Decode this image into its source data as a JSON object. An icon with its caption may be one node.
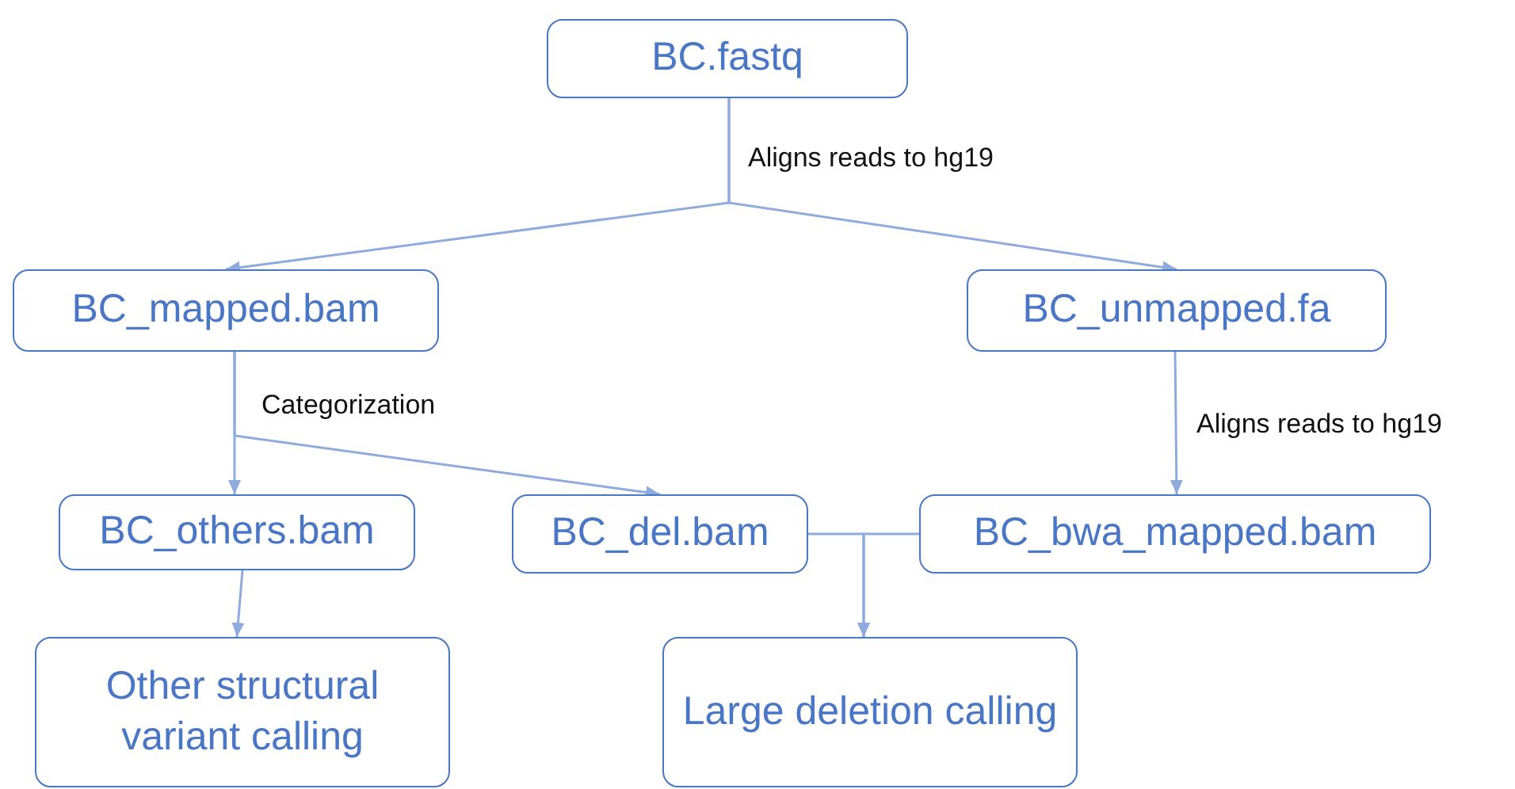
{
  "diagram": {
    "nodes": [
      {
        "text": [
          "BC.fastq"
        ]
      },
      {
        "text": [
          "BC_mapped.bam"
        ]
      },
      {
        "text": [
          "BC_unmapped.fa"
        ]
      },
      {
        "text": [
          "BC_others.bam"
        ]
      },
      {
        "text": [
          "BC_del.bam"
        ]
      },
      {
        "text": [
          "BC_bwa_mapped.bam"
        ]
      },
      {
        "text": [
          "Other structural variant calling"
        ]
      },
      {
        "text": [
          "Large deletion calling"
        ]
      }
    ],
    "edges": [
      {
        "from": 0,
        "to": 1,
        "arrow": "to"
      },
      {
        "from": 0,
        "to": 2,
        "arrow": "to"
      },
      {
        "from": 1,
        "to": 3,
        "arrow": "to"
      },
      {
        "from": 1,
        "to": 4,
        "arrow": "to"
      },
      {
        "from": 2,
        "to": 5,
        "arrow": "to"
      },
      {
        "from": 4,
        "to": 7,
        "arrow": "to"
      },
      {
        "from": 5,
        "to": 7,
        "arrow": "to"
      },
      {
        "from": 3,
        "to": 6,
        "arrow": "to"
      }
    ],
    "labels": [
      "Aligns reads to hg19",
      "Categorization",
      "Aligns reads to hg19"
    ]
  }
}
